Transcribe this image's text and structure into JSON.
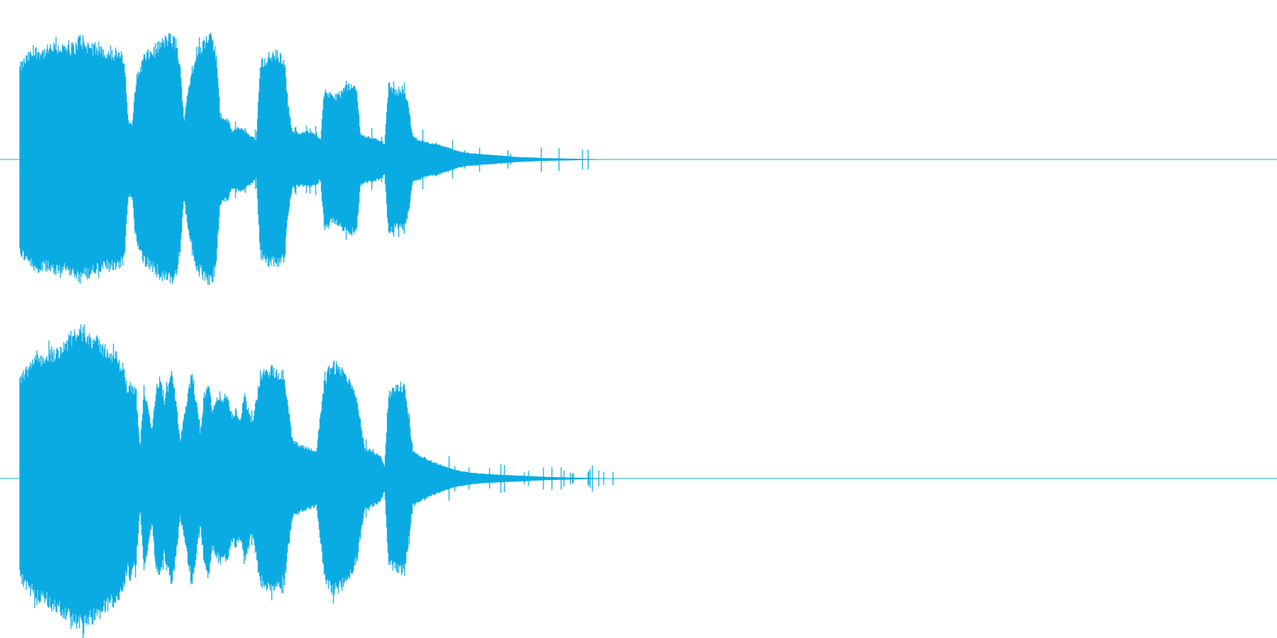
{
  "waveform": {
    "color": "#0aabe3",
    "background": "#ffffff",
    "channels": [
      {
        "label": "",
        "envelope": [
          [
            0.0,
            0.72
          ],
          [
            0.01,
            0.8
          ],
          [
            0.02,
            0.85
          ],
          [
            0.03,
            0.84
          ],
          [
            0.04,
            0.87
          ],
          [
            0.05,
            0.88
          ],
          [
            0.06,
            0.86
          ],
          [
            0.07,
            0.89
          ],
          [
            0.075,
            0.95
          ],
          [
            0.08,
            0.9
          ],
          [
            0.09,
            0.88
          ],
          [
            0.1,
            0.86
          ],
          [
            0.11,
            0.84
          ],
          [
            0.12,
            0.82
          ],
          [
            0.13,
            0.8
          ],
          [
            0.135,
            0.3
          ],
          [
            0.14,
            0.28
          ],
          [
            0.145,
            0.62
          ],
          [
            0.155,
            0.8
          ],
          [
            0.165,
            0.84
          ],
          [
            0.175,
            0.9
          ],
          [
            0.185,
            0.95
          ],
          [
            0.195,
            0.92
          ],
          [
            0.2,
            0.7
          ],
          [
            0.205,
            0.3
          ],
          [
            0.21,
            0.55
          ],
          [
            0.22,
            0.85
          ],
          [
            0.23,
            0.92
          ],
          [
            0.24,
            0.95
          ],
          [
            0.245,
            0.8
          ],
          [
            0.25,
            0.35
          ],
          [
            0.26,
            0.3
          ],
          [
            0.265,
            0.22
          ],
          [
            0.27,
            0.24
          ],
          [
            0.275,
            0.25
          ],
          [
            0.28,
            0.22
          ],
          [
            0.285,
            0.2
          ],
          [
            0.29,
            0.18
          ],
          [
            0.295,
            0.15
          ],
          [
            0.3,
            0.75
          ],
          [
            0.31,
            0.8
          ],
          [
            0.32,
            0.82
          ],
          [
            0.33,
            0.78
          ],
          [
            0.335,
            0.4
          ],
          [
            0.34,
            0.22
          ],
          [
            0.35,
            0.2
          ],
          [
            0.36,
            0.22
          ],
          [
            0.37,
            0.2
          ],
          [
            0.375,
            0.15
          ],
          [
            0.38,
            0.55
          ],
          [
            0.39,
            0.48
          ],
          [
            0.4,
            0.52
          ],
          [
            0.41,
            0.58
          ],
          [
            0.42,
            0.55
          ],
          [
            0.425,
            0.2
          ],
          [
            0.43,
            0.18
          ],
          [
            0.44,
            0.17
          ],
          [
            0.45,
            0.15
          ],
          [
            0.455,
            0.12
          ],
          [
            0.46,
            0.58
          ],
          [
            0.47,
            0.52
          ],
          [
            0.48,
            0.55
          ],
          [
            0.485,
            0.4
          ],
          [
            0.49,
            0.18
          ],
          [
            0.5,
            0.15
          ],
          [
            0.51,
            0.13
          ],
          [
            0.52,
            0.12
          ],
          [
            0.53,
            0.1
          ],
          [
            0.54,
            0.08
          ],
          [
            0.55,
            0.06
          ],
          [
            0.56,
            0.05
          ],
          [
            0.58,
            0.04
          ],
          [
            0.6,
            0.03
          ],
          [
            0.62,
            0.02
          ],
          [
            0.64,
            0.015
          ],
          [
            0.66,
            0.01
          ],
          [
            0.68,
            0.008
          ],
          [
            0.7,
            0.005
          ],
          [
            0.72,
            0.003
          ],
          [
            0.74,
            0.0
          ]
        ]
      },
      {
        "label": "",
        "envelope": [
          [
            0.0,
            0.65
          ],
          [
            0.01,
            0.72
          ],
          [
            0.02,
            0.78
          ],
          [
            0.03,
            0.8
          ],
          [
            0.04,
            0.82
          ],
          [
            0.05,
            0.86
          ],
          [
            0.06,
            0.9
          ],
          [
            0.07,
            0.95
          ],
          [
            0.08,
            0.98
          ],
          [
            0.09,
            0.92
          ],
          [
            0.1,
            0.88
          ],
          [
            0.11,
            0.84
          ],
          [
            0.12,
            0.8
          ],
          [
            0.13,
            0.72
          ],
          [
            0.135,
            0.55
          ],
          [
            0.14,
            0.62
          ],
          [
            0.145,
            0.55
          ],
          [
            0.15,
            0.2
          ],
          [
            0.155,
            0.6
          ],
          [
            0.16,
            0.45
          ],
          [
            0.165,
            0.3
          ],
          [
            0.17,
            0.6
          ],
          [
            0.175,
            0.65
          ],
          [
            0.18,
            0.5
          ],
          [
            0.19,
            0.7
          ],
          [
            0.195,
            0.5
          ],
          [
            0.2,
            0.25
          ],
          [
            0.21,
            0.55
          ],
          [
            0.215,
            0.7
          ],
          [
            0.22,
            0.5
          ],
          [
            0.225,
            0.3
          ],
          [
            0.23,
            0.55
          ],
          [
            0.235,
            0.65
          ],
          [
            0.24,
            0.45
          ],
          [
            0.25,
            0.55
          ],
          [
            0.26,
            0.52
          ],
          [
            0.265,
            0.4
          ],
          [
            0.27,
            0.45
          ],
          [
            0.275,
            0.38
          ],
          [
            0.28,
            0.55
          ],
          [
            0.29,
            0.35
          ],
          [
            0.3,
            0.68
          ],
          [
            0.31,
            0.72
          ],
          [
            0.32,
            0.7
          ],
          [
            0.33,
            0.68
          ],
          [
            0.335,
            0.45
          ],
          [
            0.34,
            0.25
          ],
          [
            0.35,
            0.22
          ],
          [
            0.36,
            0.2
          ],
          [
            0.37,
            0.18
          ],
          [
            0.38,
            0.65
          ],
          [
            0.39,
            0.75
          ],
          [
            0.4,
            0.72
          ],
          [
            0.41,
            0.65
          ],
          [
            0.42,
            0.55
          ],
          [
            0.43,
            0.2
          ],
          [
            0.44,
            0.18
          ],
          [
            0.45,
            0.15
          ],
          [
            0.455,
            0.08
          ],
          [
            0.46,
            0.55
          ],
          [
            0.47,
            0.6
          ],
          [
            0.48,
            0.62
          ],
          [
            0.485,
            0.4
          ],
          [
            0.49,
            0.18
          ],
          [
            0.5,
            0.15
          ],
          [
            0.51,
            0.12
          ],
          [
            0.52,
            0.1
          ],
          [
            0.53,
            0.08
          ],
          [
            0.54,
            0.06
          ],
          [
            0.55,
            0.05
          ],
          [
            0.56,
            0.04
          ],
          [
            0.58,
            0.03
          ],
          [
            0.6,
            0.025
          ],
          [
            0.62,
            0.02
          ],
          [
            0.64,
            0.015
          ],
          [
            0.66,
            0.01
          ],
          [
            0.68,
            0.008
          ],
          [
            0.7,
            0.005
          ],
          [
            0.72,
            0.003
          ],
          [
            0.74,
            0.0
          ]
        ]
      }
    ]
  }
}
